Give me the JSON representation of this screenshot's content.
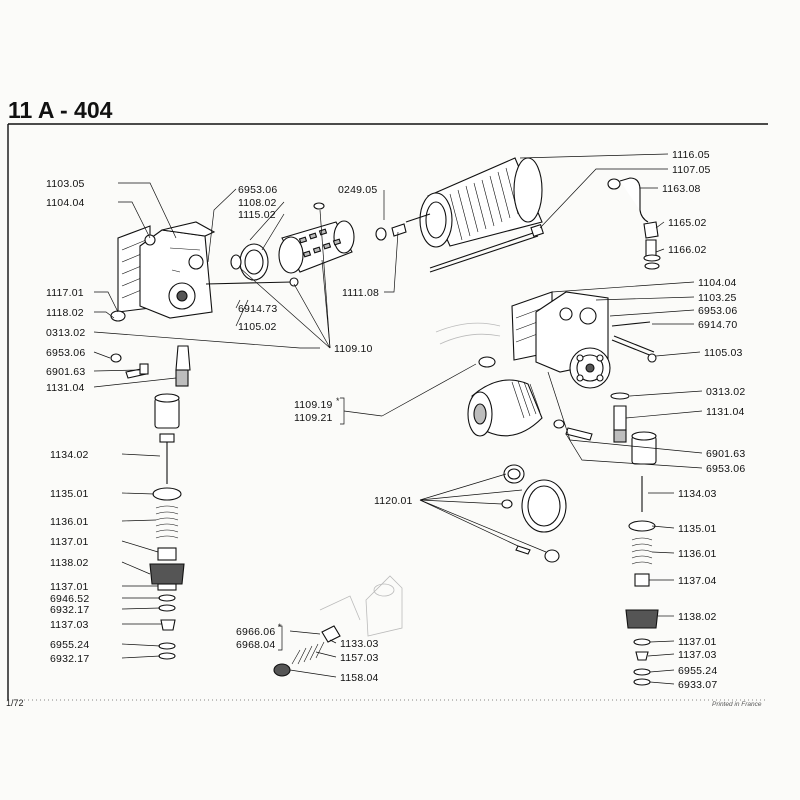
{
  "header": {
    "title": "11 A - 404"
  },
  "footer": {
    "page_ref": "1/72",
    "printed": "Printed in France"
  },
  "labels": {
    "l1": "1103.05",
    "l2": "1104.04",
    "l3": "6953.06",
    "l4": "1108.02",
    "l5": "1115.02",
    "l6": "0249.05",
    "l7": "1116.05",
    "l8": "1107.05",
    "l9": "1163.08",
    "l10": "1165.02",
    "l11": "1166.02",
    "l12": "1111.08",
    "l13": "1117.01",
    "l14": "1118.02",
    "l15": "6914.73",
    "l16": "1105.02",
    "l17": "0313.02",
    "l18": "6953.06",
    "l19": "1109.10",
    "l20": "6901.63",
    "l21": "1131.04",
    "l22": "1104.04",
    "l23": "1103.25",
    "l24": "6953.06",
    "l25": "6914.70",
    "l26": "1105.03",
    "l27": "0313.02",
    "l28": "1131.04",
    "l29": "1109.19",
    "l30": "1109.21",
    "l31": "6901.63",
    "l32": "6953.06",
    "l33": "1134.02",
    "l34": "1135.01",
    "l35": "1136.01",
    "l36": "1137.01",
    "l37": "1138.02",
    "l38": "1137.01",
    "l39": "6946.52",
    "l40": "6932.17",
    "l41": "1137.03",
    "l42": "6955.24",
    "l43": "6932.17",
    "l44": "1120.01",
    "l45": "1134.03",
    "l46": "1135.01",
    "l47": "1136.01",
    "l48": "1137.04",
    "l49": "1138.02",
    "l50": "1137.01",
    "l51": "1137.03",
    "l52": "6955.24",
    "l53": "6933.07",
    "l54": "6966.06",
    "l55": "6968.04",
    "l56": "1133.03",
    "l57": "1157.03",
    "l58": "1158.04"
  },
  "marks": {
    "star": "*"
  }
}
